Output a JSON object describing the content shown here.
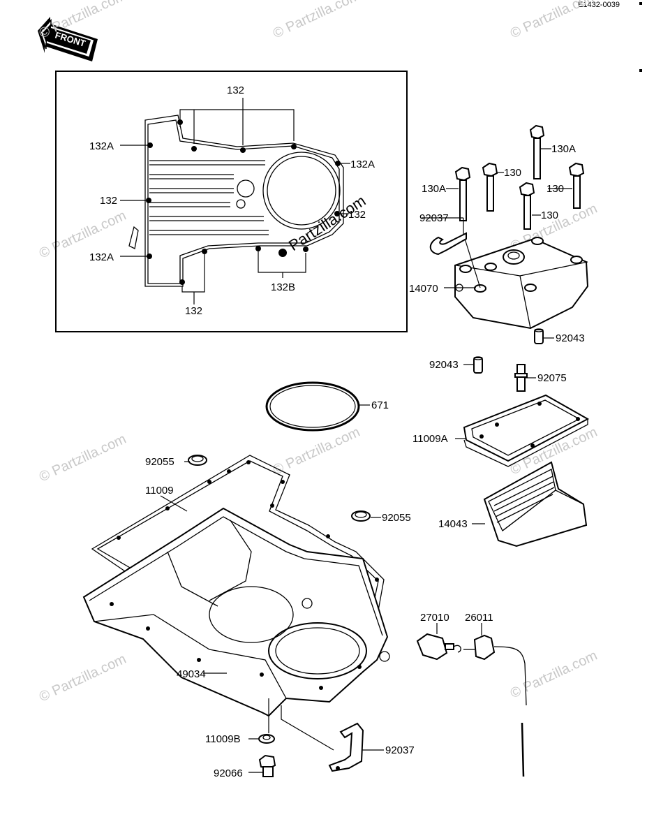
{
  "header": {
    "ref_code": "E1432-0039"
  },
  "front_badge": "FRONT",
  "watermark": {
    "text": "© Partzilla.com",
    "center_text": "Partzilla.com"
  },
  "parts": {
    "p132": "132",
    "p132A": "132A",
    "p132B": "132B",
    "p130": "130",
    "p130A": "130A",
    "p92037": "92037",
    "p14070": "14070",
    "p92043": "92043",
    "p92075": "92075",
    "p671": "671",
    "p11009A": "11009A",
    "p14043": "14043",
    "p92055": "92055",
    "p11009": "11009",
    "p49034": "49034",
    "p27010": "27010",
    "p26011": "26011",
    "p11009B": "11009B",
    "p92066": "92066"
  }
}
